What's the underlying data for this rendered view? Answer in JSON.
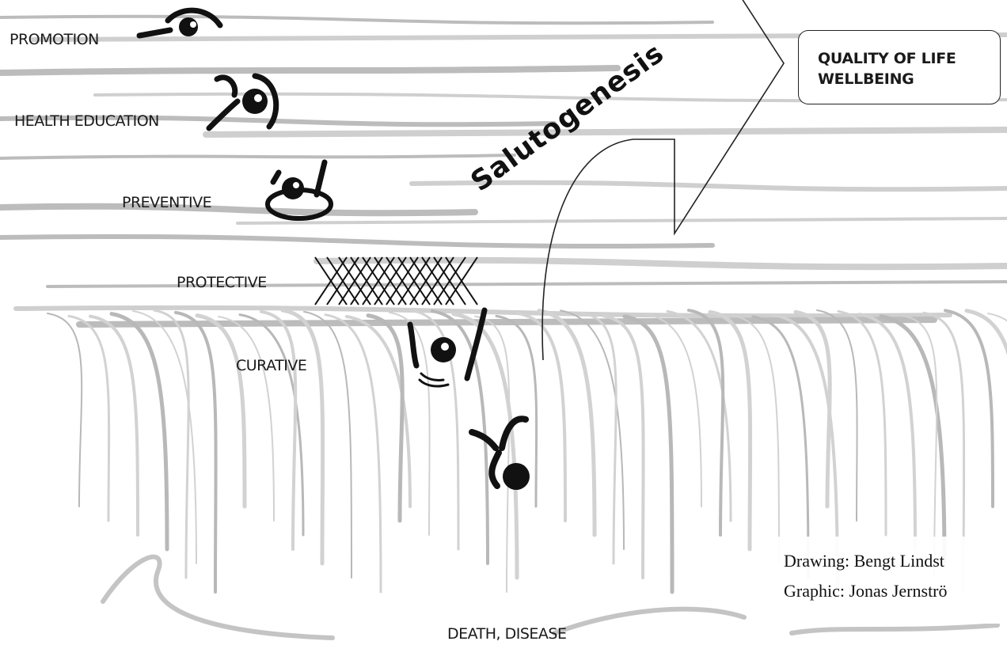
{
  "levels": [
    {
      "key": "promotion",
      "label": "PROMOTION"
    },
    {
      "key": "health_education",
      "label": "HEALTH EDUCATION"
    },
    {
      "key": "preventive",
      "label": "PREVENTIVE"
    },
    {
      "key": "protective",
      "label": "PROTECTIVE"
    },
    {
      "key": "curative",
      "label": "CURATIVE"
    }
  ],
  "arrow_label": "Salutogenesis",
  "goal_box": {
    "line1": "QUALITY OF LIFE",
    "line2": "WELLBEING"
  },
  "bottom_label": "DEATH, DISEASE",
  "credits": {
    "drawing": "Drawing: Bengt Lindst",
    "graphic": "Graphic: Jonas Jernströ"
  },
  "colors": {
    "ink": "#111111",
    "water": "#bdbdbd",
    "background": "#ffffff"
  },
  "icons": [
    "swimmer-icon",
    "swimmer-icon",
    "swimmer-icon",
    "safety-net-icon",
    "swimmer-icon",
    "falling-person-icon"
  ]
}
